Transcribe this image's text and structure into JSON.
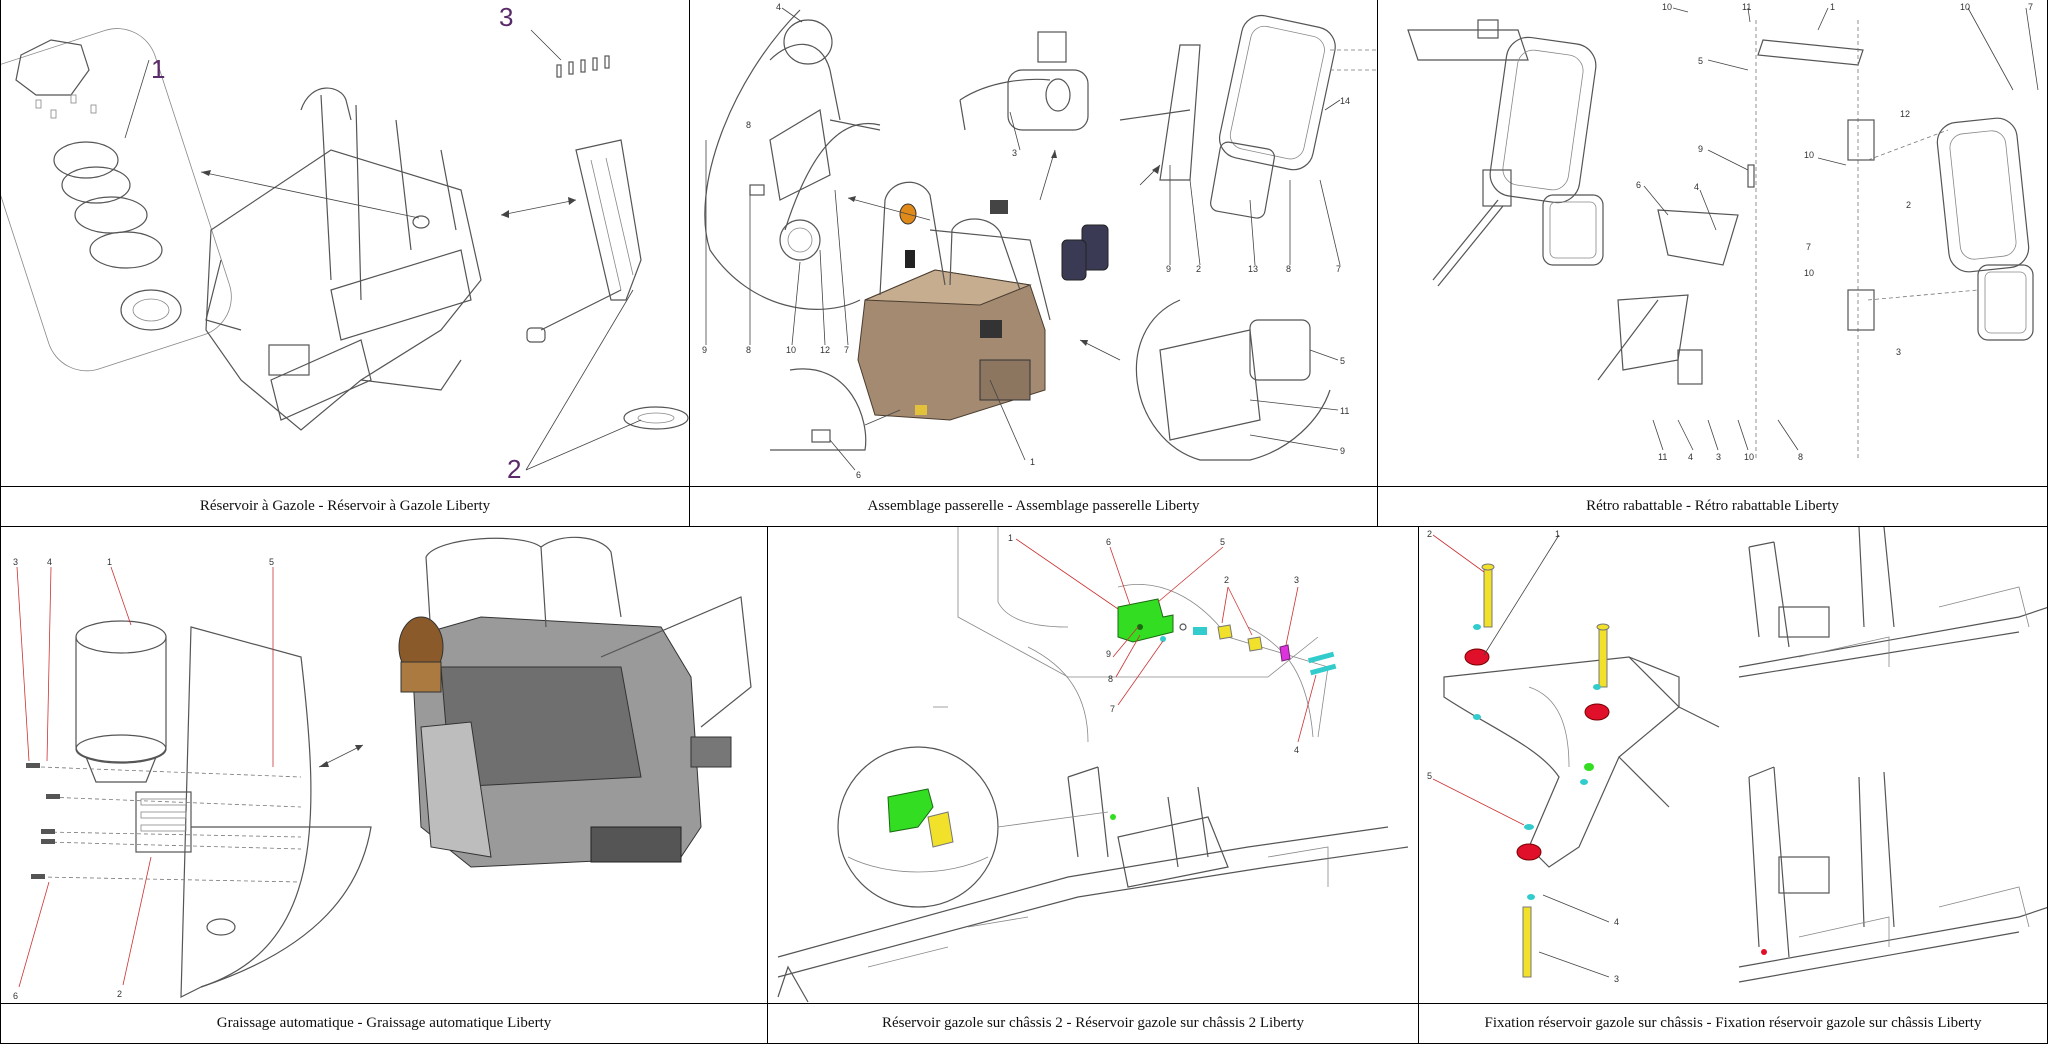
{
  "tiles": [
    {
      "caption": "Réservoir à Gazole - Réservoir à Gazole Liberty",
      "labels": [
        "1",
        "2",
        "3"
      ]
    },
    {
      "caption": "Assemblage passerelle - Assemblage passerelle Liberty",
      "labels": [
        "4",
        "3",
        "14",
        "5",
        "6",
        "8",
        "9",
        "10",
        "12",
        "7",
        "2",
        "13",
        "1",
        "11"
      ]
    },
    {
      "caption": "Rétro rabattable - Rétro rabattable Liberty",
      "labels": [
        "10",
        "11",
        "1",
        "5",
        "9",
        "6",
        "4",
        "12",
        "2",
        "7",
        "3",
        "8"
      ]
    },
    {
      "caption": "Graissage automatique - Graissage automatique Liberty",
      "labels": [
        "3",
        "4",
        "1",
        "5",
        "6",
        "2"
      ]
    },
    {
      "caption": "Réservoir gazole sur châssis 2 - Réservoir gazole sur châssis 2 Liberty",
      "labels": [
        "1",
        "6",
        "5",
        "2",
        "3",
        "9",
        "8",
        "7",
        "4"
      ]
    },
    {
      "caption": "Fixation réservoir gazole sur châssis - Fixation réservoir gazole sur châssis Liberty",
      "labels": [
        "2",
        "1",
        "5",
        "4",
        "3"
      ]
    }
  ],
  "colors": {
    "accent_green": "#33dd22",
    "accent_yellow": "#f2e12a",
    "accent_magenta": "#dd33dd",
    "accent_cyan": "#33cccc",
    "accent_red": "#e0102a",
    "cab_brown": "#a38a70",
    "cab_grey": "#9a9a9a",
    "label_purple": "#5a2a6a"
  }
}
